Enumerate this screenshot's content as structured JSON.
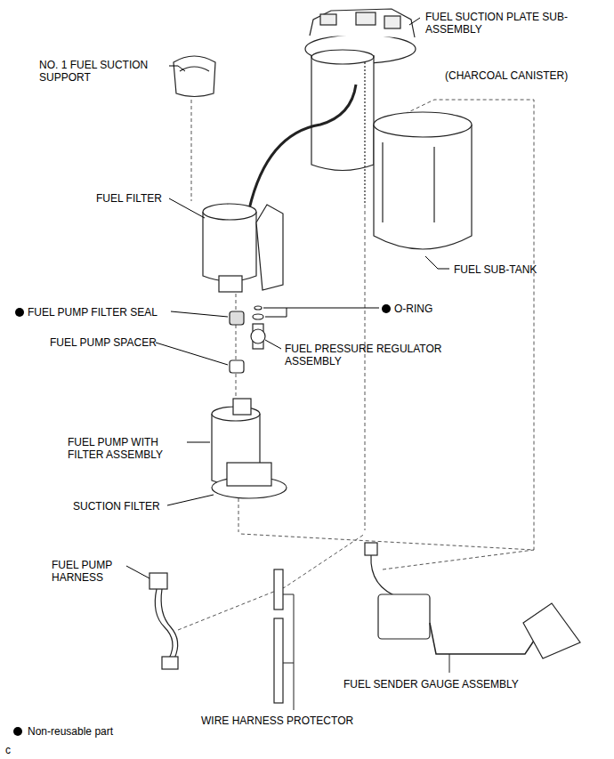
{
  "diagram": {
    "labels": [
      "FUEL SUCTION PLATE SUB-ASSEMBLY",
      "NO. 1 FUEL SUCTION SUPPORT",
      "(CHARCOAL CANISTER)",
      "FUEL FILTER",
      "FUEL SUB-TANK",
      "FUEL PUMP FILTER SEAL",
      "O-RING",
      "FUEL PUMP SPACER",
      "FUEL PRESSURE REGULATOR ASSEMBLY",
      "FUEL PUMP WITH FILTER ASSEMBLY",
      "SUCTION FILTER",
      "FUEL PUMP HARNESS",
      "FUEL SENDER GAUGE ASSEMBLY",
      "WIRE HARNESS PROTECTOR",
      "c"
    ],
    "legend": [
      {
        "text": "Non-reusable part"
      }
    ]
  }
}
